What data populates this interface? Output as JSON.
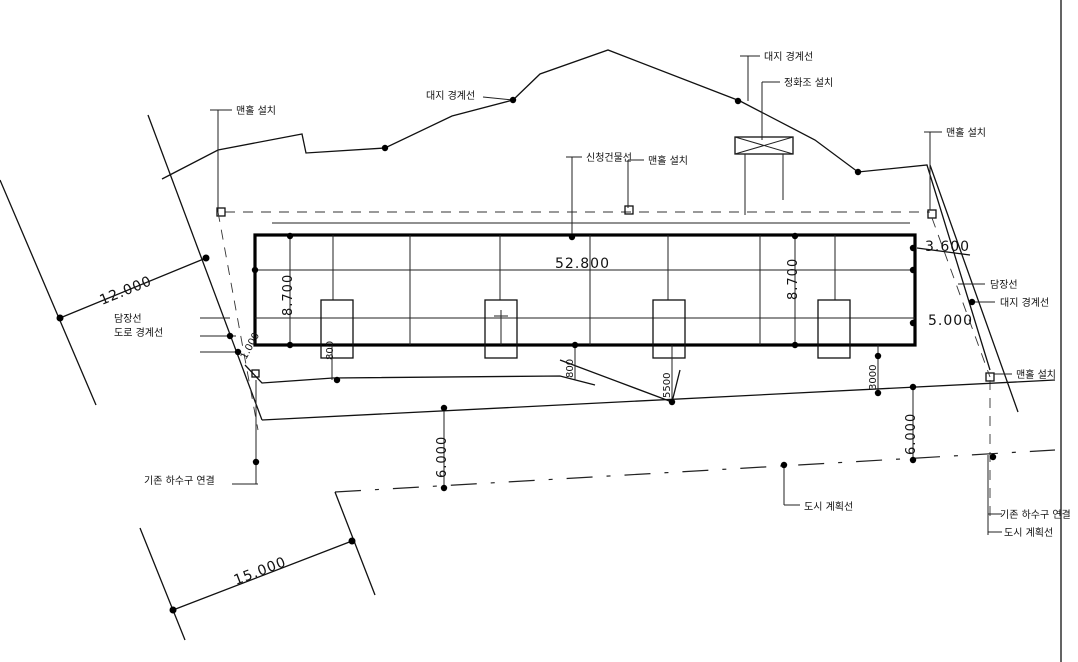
{
  "labels": {
    "boundary_top_left": "대지 경계선",
    "boundary_top_right": "대지 경계선",
    "septic_tank": "정화조 설치",
    "manhole_left": "맨홀 설치",
    "manhole_center": "맨홀 설치",
    "manhole_right_top": "맨홀 설치",
    "manhole_right_bottom": "맨홀 설치",
    "building_line": "신청건물선",
    "fence_left": "담장선",
    "road_boundary": "도로 경계선",
    "fence_right": "담장선",
    "boundary_right": "대지 경계선",
    "sewer_left": "기존 하수구 연결",
    "city_plan_center": "도시 계획선",
    "sewer_right": "기존 하수구 연결",
    "city_plan_right": "도시 계획선"
  },
  "dimensions": {
    "building_length": "52.800",
    "building_width_left": "8.700",
    "building_width_right": "8.700",
    "setback_top_right": "3.600",
    "setback_right": "5.000",
    "road_width_left": "12.000",
    "road_width_bottom": "15.000",
    "road_width_center": "6.000",
    "road_width_right": "6.000",
    "gap_left": "1.000",
    "gap_bottom_left": "800",
    "gap_center": "800",
    "gap_center_low": "5500",
    "gap_right": "3000"
  }
}
